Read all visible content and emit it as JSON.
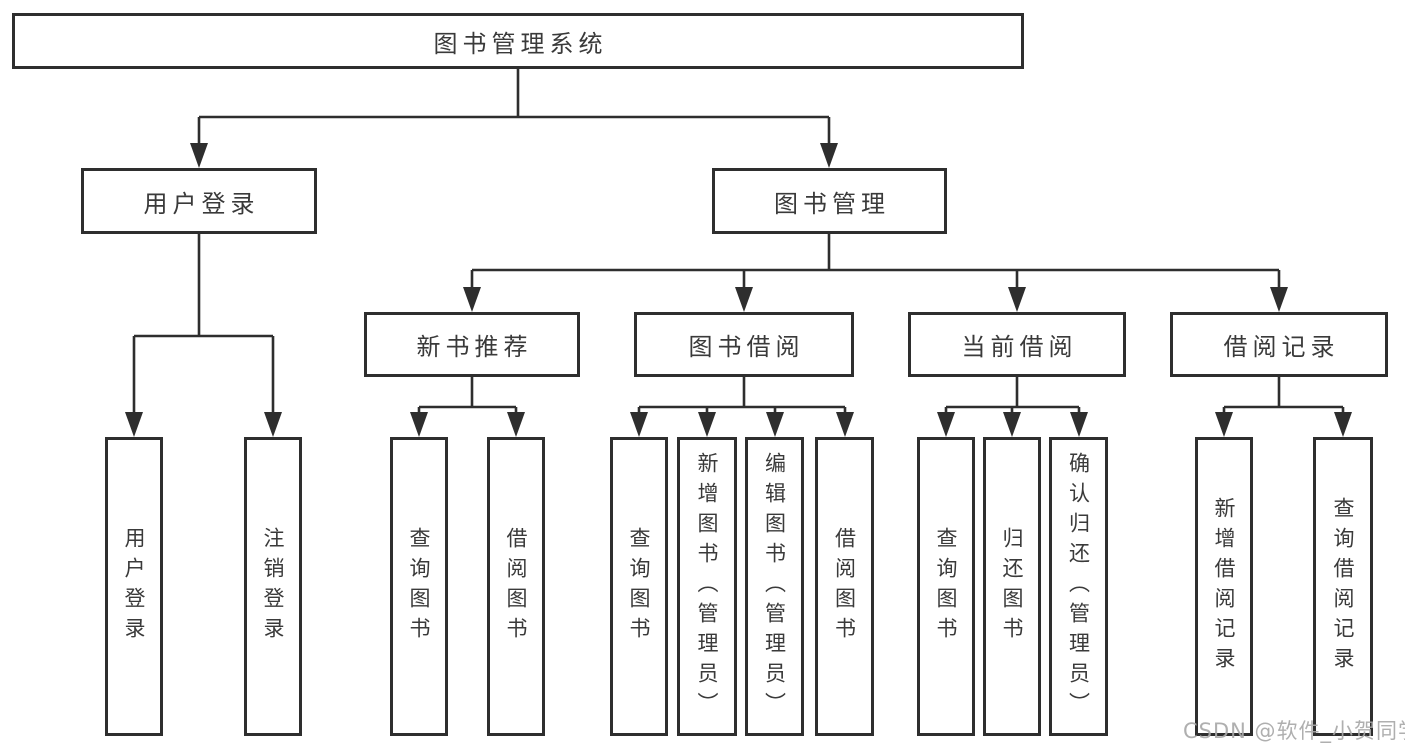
{
  "diagram": {
    "type": "hierarchy",
    "root": {
      "label": "图书管理系统"
    },
    "branches": [
      {
        "label": "用户登录",
        "children": [
          {
            "label": "用户登录"
          },
          {
            "label": "注销登录"
          }
        ]
      },
      {
        "label": "图书管理",
        "children": [
          {
            "label": "新书推荐",
            "children": [
              {
                "label": "查询图书"
              },
              {
                "label": "借阅图书"
              }
            ]
          },
          {
            "label": "图书借阅",
            "children": [
              {
                "label": "查询图书"
              },
              {
                "label": "新增图书（管理员）"
              },
              {
                "label": "编辑图书（管理员）"
              },
              {
                "label": "借阅图书"
              }
            ]
          },
          {
            "label": "当前借阅",
            "children": [
              {
                "label": "查询图书"
              },
              {
                "label": "归还图书"
              },
              {
                "label": "确认归还（管理员）"
              }
            ]
          },
          {
            "label": "借阅记录",
            "children": [
              {
                "label": "新增借阅记录"
              },
              {
                "label": "查询借阅记录"
              }
            ]
          }
        ]
      }
    ]
  },
  "watermark": "CSDN @软件_小贺同学",
  "colors": {
    "line": "#2e2e2e",
    "box_border": "#2e2e2e",
    "text": "#3a3a3a",
    "watermark": "#a9a9a9",
    "background": "#ffffff"
  }
}
